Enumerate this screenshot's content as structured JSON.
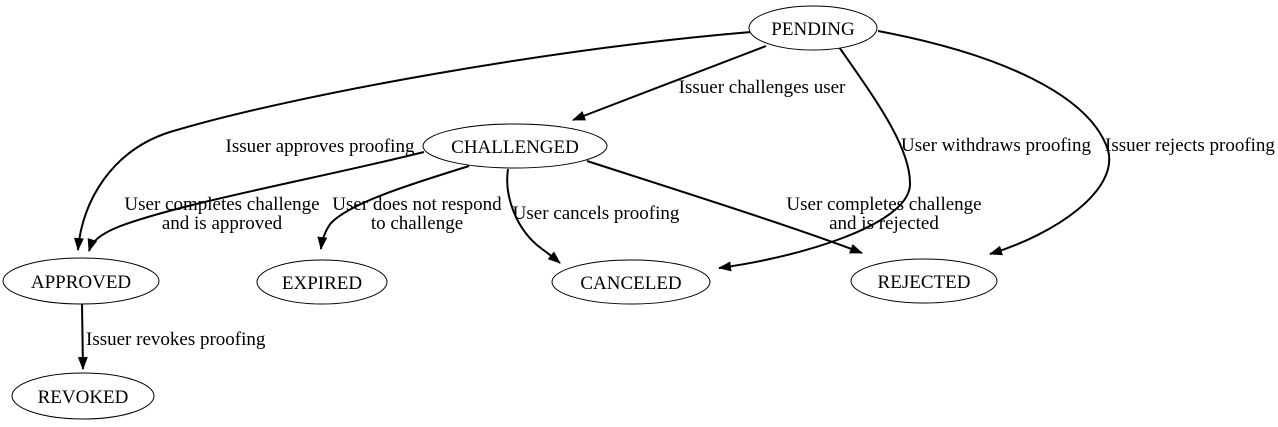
{
  "diagram": {
    "type": "state-machine",
    "background_color": "#ffffff",
    "line_color": "#000000",
    "text_color": "#000000",
    "nodes": [
      {
        "id": "pending",
        "label": "PENDING"
      },
      {
        "id": "challenged",
        "label": "CHALLENGED"
      },
      {
        "id": "approved",
        "label": "APPROVED"
      },
      {
        "id": "expired",
        "label": "EXPIRED"
      },
      {
        "id": "canceled",
        "label": "CANCELED"
      },
      {
        "id": "rejected",
        "label": "REJECTED"
      },
      {
        "id": "revoked",
        "label": "REVOKED"
      }
    ],
    "edges": [
      {
        "from": "PENDING",
        "to": "CHALLENGED",
        "label": "Issuer challenges user"
      },
      {
        "from": "PENDING",
        "to": "APPROVED",
        "label": "Issuer approves proofing"
      },
      {
        "from": "CHALLENGED",
        "to": "APPROVED",
        "label": "User completes challenge and is approved",
        "label_lines": [
          "User completes challenge",
          "and is approved"
        ]
      },
      {
        "from": "CHALLENGED",
        "to": "EXPIRED",
        "label": "User does not respond to challenge",
        "label_lines": [
          "User does not respond",
          "to challenge"
        ]
      },
      {
        "from": "CHALLENGED",
        "to": "CANCELED",
        "label": "User cancels proofing"
      },
      {
        "from": "CHALLENGED",
        "to": "REJECTED",
        "label": "User completes challenge and is rejected",
        "label_lines": [
          "User completes challenge",
          "and is rejected"
        ]
      },
      {
        "from": "PENDING",
        "to": "CANCELED",
        "label": "User withdraws proofing"
      },
      {
        "from": "PENDING",
        "to": "REJECTED",
        "label": "Issuer rejects proofing"
      },
      {
        "from": "APPROVED",
        "to": "REVOKED",
        "label": "Issuer revokes proofing"
      }
    ]
  }
}
